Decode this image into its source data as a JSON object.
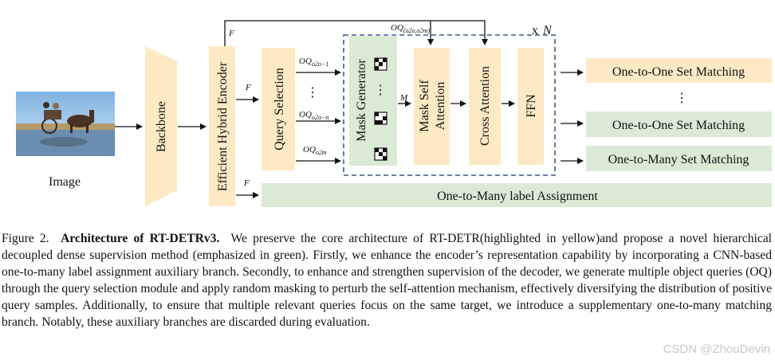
{
  "diagram": {
    "image_label": "Image",
    "backbone": "Backbone",
    "encoder": "Efficient Hybrid Encoder",
    "query_selection": "Query Selection",
    "mask_generator": "Mask Generator",
    "mask_self_attention_line1": "Mask Self",
    "mask_self_attention_line2": "Attention",
    "cross_attention": "Cross Attention",
    "ffn": "FFN",
    "repeat": "x",
    "repeat_var": "N",
    "f_label": "F",
    "m_label": "M",
    "oq_main": "OQ",
    "oq_top_sub": "(o2o,o2m)",
    "oq1_sub": "o2o−1",
    "oqn_sub": "o2o−n",
    "oqm_sub": "o2m",
    "ellipsis": "⋮",
    "outputs": [
      "One-to-One Set Matching",
      "One-to-One Set Matching",
      "One-to-Many Set Matching"
    ],
    "bottom_bar": "One-to-Many label Assignment",
    "colors": {
      "yellow": "#fdeac4",
      "green": "#dbead5",
      "dashed": "#3d5a80"
    }
  },
  "caption": {
    "fig": "Figure 2.",
    "title": "Architecture of RT-DETRv3.",
    "body": "We preserve the core architecture of RT-DETR(highlighted in yellow)and propose a novel hierarchical decoupled dense supervision method (emphasized in green). Firstly, we enhance the encoder’s representation capability by incorporating a CNN-based one-to-many label assignment auxiliary branch. Secondly, to enhance and strengthen supervision of the decoder, we generate multiple object queries (OQ) through the query selection module and apply random masking to perturb the self-attention mechanism, effectively diversifying the distribution of positive query samples. Additionally, to ensure that multiple relevant queries focus on the same target, we introduce a supplementary one-to-many matching branch. Notably, these auxiliary branches are discarded during evaluation."
  },
  "watermark": "CSDN @ZhouDevin"
}
